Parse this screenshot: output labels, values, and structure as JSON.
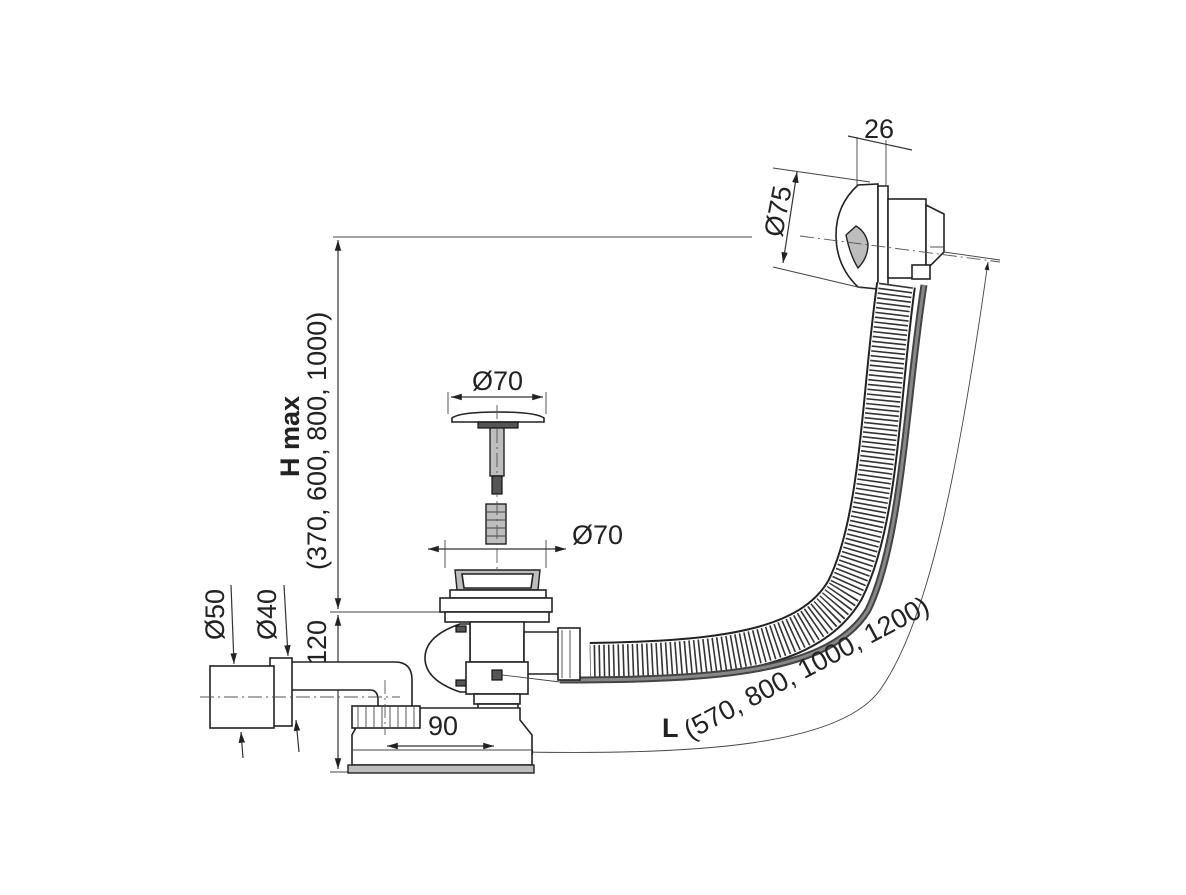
{
  "labels": {
    "hose_top_width": "26",
    "overflow_dia": "Ø75",
    "plug_dia": "Ø70",
    "waste_dia": "Ø70",
    "outlet_dia_50": "Ø50",
    "outlet_dia_40": "Ø40",
    "trap_height": "120",
    "outlet_offset": "90",
    "h_max_title": "H max",
    "h_max_values": "(370, 600, 800, 1000)",
    "l_title": "L",
    "l_values": "(570, 800, 1000, 1200)"
  },
  "colors": {
    "line": "#222222",
    "fill_gray": "#bdbdbd",
    "fill_dark": "#555555"
  }
}
